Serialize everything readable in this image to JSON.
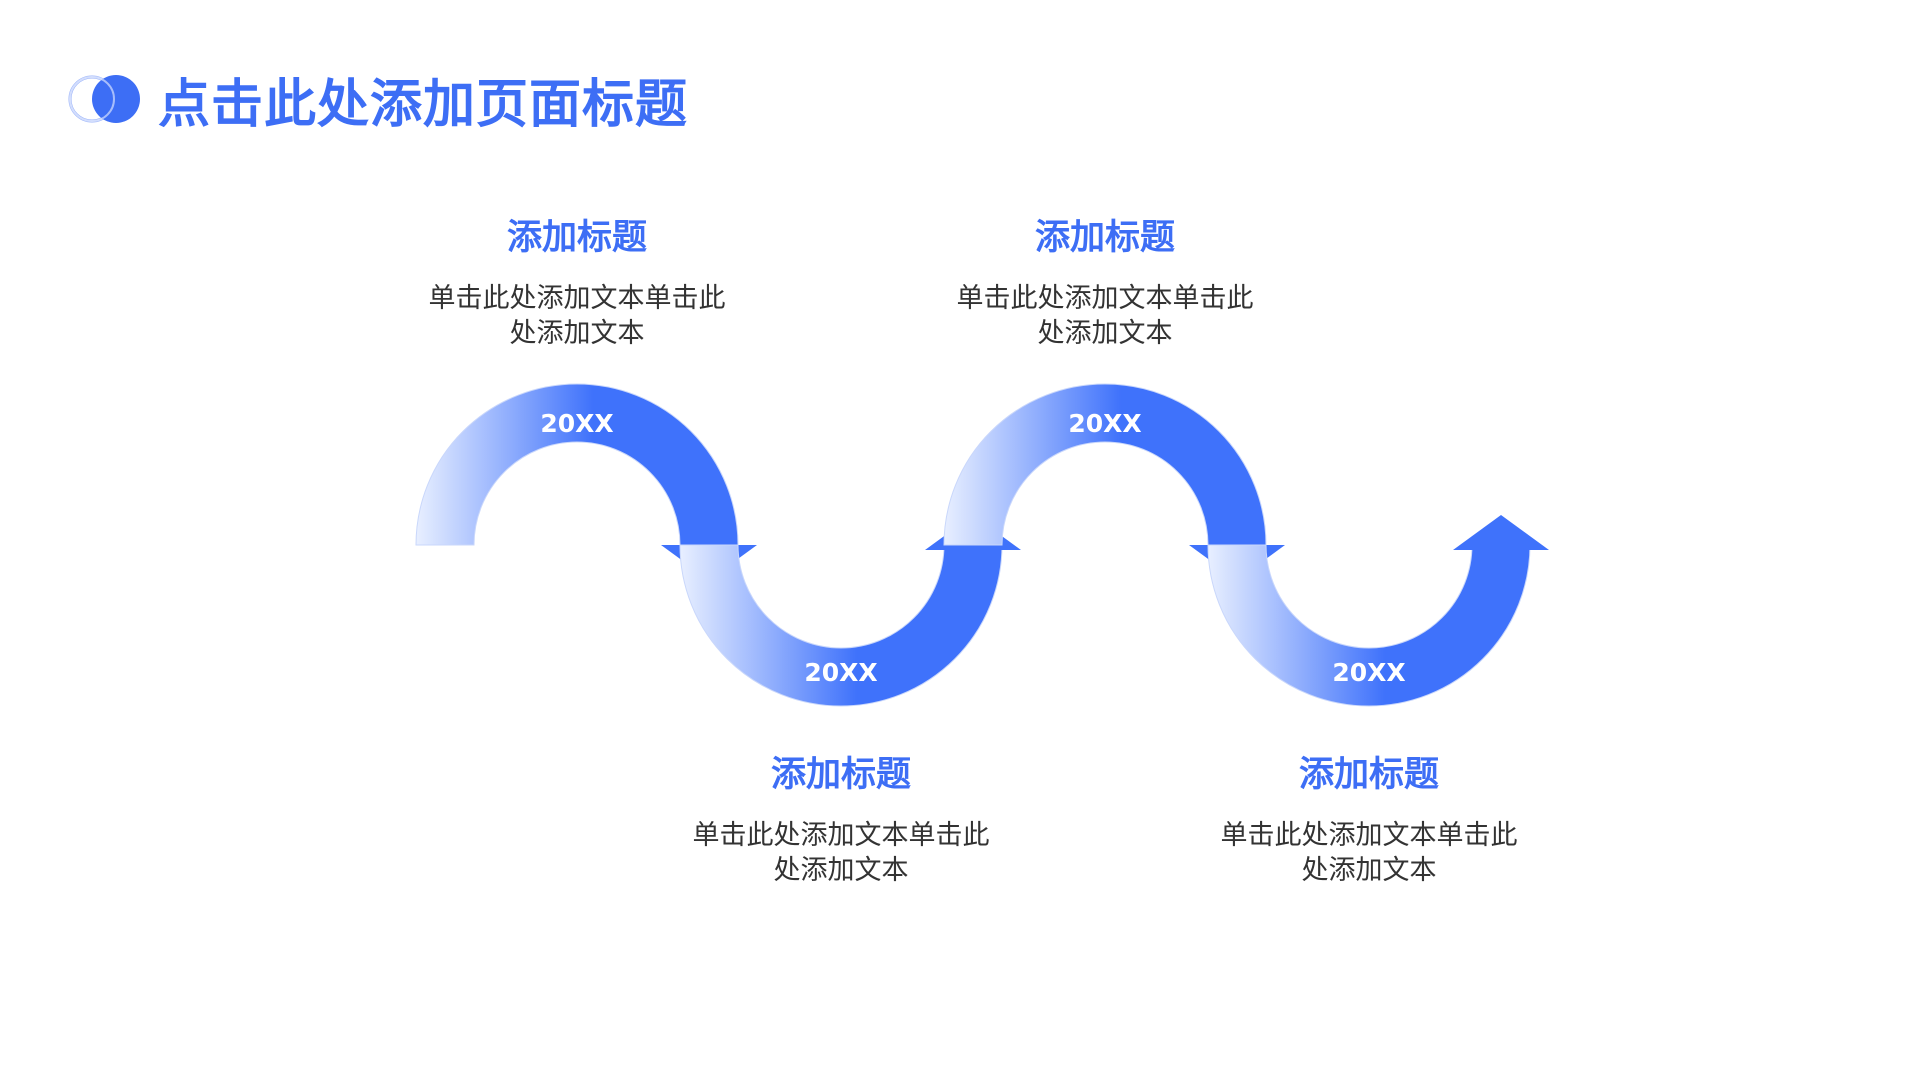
{
  "page_title": "点击此处添加页面标题",
  "colors": {
    "accent": "#3d6ef5",
    "arrow_solid": "#3f72fb",
    "arrow_fade": "#e8efff",
    "text": "#333333"
  },
  "icons": {
    "logo": "double-circle-icon"
  },
  "steps": [
    {
      "year": "20XX",
      "title": "添加标题",
      "text": "单击此处添加文本单击此处添加文本"
    },
    {
      "year": "20XX",
      "title": "添加标题",
      "text": "单击此处添加文本单击此处添加文本"
    },
    {
      "year": "20XX",
      "title": "添加标题",
      "text": "单击此处添加文本单击此处添加文本"
    },
    {
      "year": "20XX",
      "title": "添加标题",
      "text": "单击此处添加文本单击此处添加文本"
    }
  ]
}
